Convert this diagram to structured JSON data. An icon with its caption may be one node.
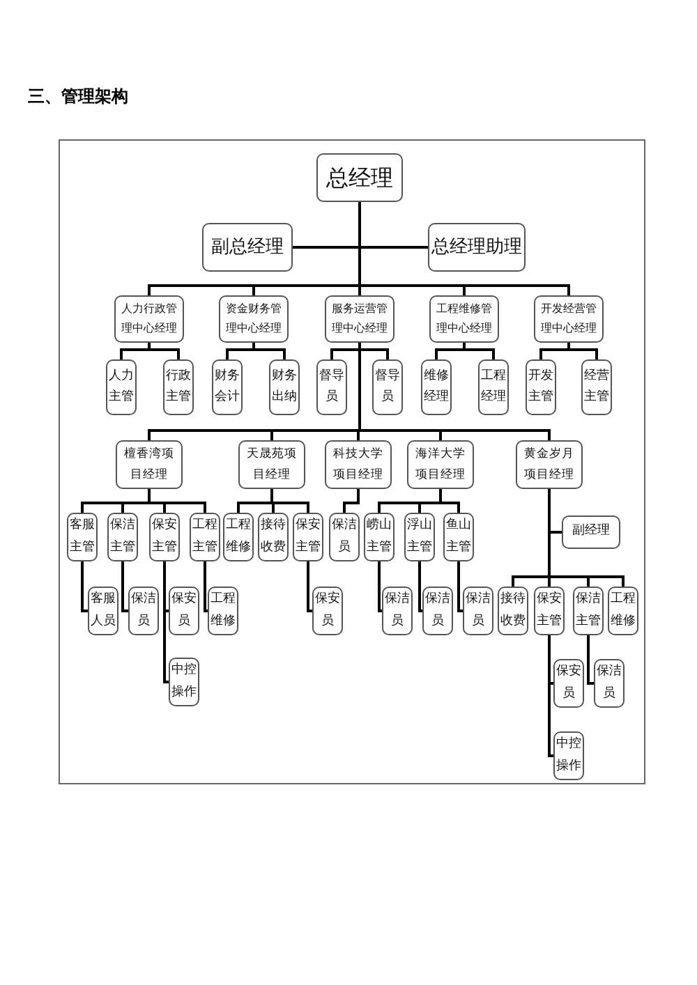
{
  "diagram": {
    "title": "三、管理架构",
    "nodes": [
      {
        "text": [
          "总经理"
        ]
      },
      {
        "text": [
          "副总经理"
        ]
      },
      {
        "text": [
          "总经理助理"
        ]
      },
      {
        "text": [
          "人力行政管理中心经理"
        ]
      },
      {
        "text": [
          "资金财务管理中心经理"
        ]
      },
      {
        "text": [
          "服务运营管理中心经理"
        ]
      },
      {
        "text": [
          "工程维修管理中心经理"
        ]
      },
      {
        "text": [
          "开发经营管理中心经理"
        ]
      },
      {
        "text": [
          "人力主管"
        ]
      },
      {
        "text": [
          "行政主管"
        ]
      },
      {
        "text": [
          "财务会计"
        ]
      },
      {
        "text": [
          "财务出纳"
        ]
      },
      {
        "text": [
          "督导员"
        ]
      },
      {
        "text": [
          "督导员"
        ]
      },
      {
        "text": [
          "维修经理"
        ]
      },
      {
        "text": [
          "工程经理"
        ]
      },
      {
        "text": [
          "开发主管"
        ]
      },
      {
        "text": [
          "经营主管"
        ]
      },
      {
        "text": [
          "檀香湾项目经理"
        ]
      },
      {
        "text": [
          "天晟苑项目经理"
        ]
      },
      {
        "text": [
          "科技大学项目经理"
        ]
      },
      {
        "text": [
          "海洋大学项目经理"
        ]
      },
      {
        "text": [
          "黄金岁月项目经理"
        ]
      },
      {
        "text": [
          "客服主管"
        ]
      },
      {
        "text": [
          "保洁主管"
        ]
      },
      {
        "text": [
          "保安主管"
        ]
      },
      {
        "text": [
          "工程主管"
        ]
      },
      {
        "text": [
          "工程维修"
        ]
      },
      {
        "text": [
          "接待收费"
        ]
      },
      {
        "text": [
          "保安主管"
        ]
      },
      {
        "text": [
          "保洁员"
        ]
      },
      {
        "text": [
          "崂山主管"
        ]
      },
      {
        "text": [
          "浮山主管"
        ]
      },
      {
        "text": [
          "鱼山主管"
        ]
      },
      {
        "text": [
          "副经理"
        ]
      },
      {
        "text": [
          "客服人员"
        ]
      },
      {
        "text": [
          "保洁员"
        ]
      },
      {
        "text": [
          "保安员"
        ]
      },
      {
        "text": [
          "工程维修"
        ]
      },
      {
        "text": [
          "保安员"
        ]
      },
      {
        "text": [
          "保洁员"
        ]
      },
      {
        "text": [
          "保洁员"
        ]
      },
      {
        "text": [
          "保洁员"
        ]
      },
      {
        "text": [
          "接待收费"
        ]
      },
      {
        "text": [
          "保安主管"
        ]
      },
      {
        "text": [
          "保洁主管"
        ]
      },
      {
        "text": [
          "工程维修"
        ]
      },
      {
        "text": [
          "中控操作"
        ]
      },
      {
        "text": [
          "保安员"
        ]
      },
      {
        "text": [
          "保洁员"
        ]
      },
      {
        "text": [
          "中控操作"
        ]
      }
    ],
    "edges": [
      {
        "from": 0,
        "to": 1,
        "arrow": "none"
      },
      {
        "from": 0,
        "to": 2,
        "arrow": "none"
      },
      {
        "from": 0,
        "to": 3,
        "arrow": "none"
      },
      {
        "from": 0,
        "to": 4,
        "arrow": "none"
      },
      {
        "from": 0,
        "to": 5,
        "arrow": "none"
      },
      {
        "from": 0,
        "to": 6,
        "arrow": "none"
      },
      {
        "from": 0,
        "to": 7,
        "arrow": "none"
      },
      {
        "from": 3,
        "to": 8,
        "arrow": "none"
      },
      {
        "from": 3,
        "to": 9,
        "arrow": "none"
      },
      {
        "from": 4,
        "to": 10,
        "arrow": "none"
      },
      {
        "from": 4,
        "to": 11,
        "arrow": "none"
      },
      {
        "from": 5,
        "to": 12,
        "arrow": "none"
      },
      {
        "from": 5,
        "to": 13,
        "arrow": "none"
      },
      {
        "from": 6,
        "to": 14,
        "arrow": "none"
      },
      {
        "from": 6,
        "to": 15,
        "arrow": "none"
      },
      {
        "from": 7,
        "to": 16,
        "arrow": "none"
      },
      {
        "from": 7,
        "to": 17,
        "arrow": "none"
      },
      {
        "from": 5,
        "to": 18,
        "arrow": "none"
      },
      {
        "from": 5,
        "to": 19,
        "arrow": "none"
      },
      {
        "from": 5,
        "to": 20,
        "arrow": "none"
      },
      {
        "from": 5,
        "to": 21,
        "arrow": "none"
      },
      {
        "from": 5,
        "to": 22,
        "arrow": "none"
      },
      {
        "from": 18,
        "to": 23,
        "arrow": "none"
      },
      {
        "from": 18,
        "to": 24,
        "arrow": "none"
      },
      {
        "from": 18,
        "to": 25,
        "arrow": "none"
      },
      {
        "from": 18,
        "to": 26,
        "arrow": "none"
      },
      {
        "from": 19,
        "to": 27,
        "arrow": "none"
      },
      {
        "from": 19,
        "to": 28,
        "arrow": "none"
      },
      {
        "from": 19,
        "to": 29,
        "arrow": "none"
      },
      {
        "from": 20,
        "to": 30,
        "arrow": "none"
      },
      {
        "from": 21,
        "to": 31,
        "arrow": "none"
      },
      {
        "from": 21,
        "to": 32,
        "arrow": "none"
      },
      {
        "from": 21,
        "to": 33,
        "arrow": "none"
      },
      {
        "from": 22,
        "to": 34,
        "arrow": "none"
      },
      {
        "from": 22,
        "to": 43,
        "arrow": "none"
      },
      {
        "from": 22,
        "to": 44,
        "arrow": "none"
      },
      {
        "from": 22,
        "to": 45,
        "arrow": "none"
      },
      {
        "from": 22,
        "to": 46,
        "arrow": "none"
      },
      {
        "from": 23,
        "to": 35,
        "arrow": "none"
      },
      {
        "from": 24,
        "to": 36,
        "arrow": "none"
      },
      {
        "from": 25,
        "to": 37,
        "arrow": "none"
      },
      {
        "from": 25,
        "to": 47,
        "arrow": "none"
      },
      {
        "from": 26,
        "to": 38,
        "arrow": "none"
      },
      {
        "from": 29,
        "to": 39,
        "arrow": "none"
      },
      {
        "from": 31,
        "to": 40,
        "arrow": "none"
      },
      {
        "from": 32,
        "to": 41,
        "arrow": "none"
      },
      {
        "from": 33,
        "to": 42,
        "arrow": "none"
      },
      {
        "from": 44,
        "to": 48,
        "arrow": "none"
      },
      {
        "from": 44,
        "to": 50,
        "arrow": "none"
      },
      {
        "from": 45,
        "to": 49,
        "arrow": "none"
      }
    ]
  }
}
